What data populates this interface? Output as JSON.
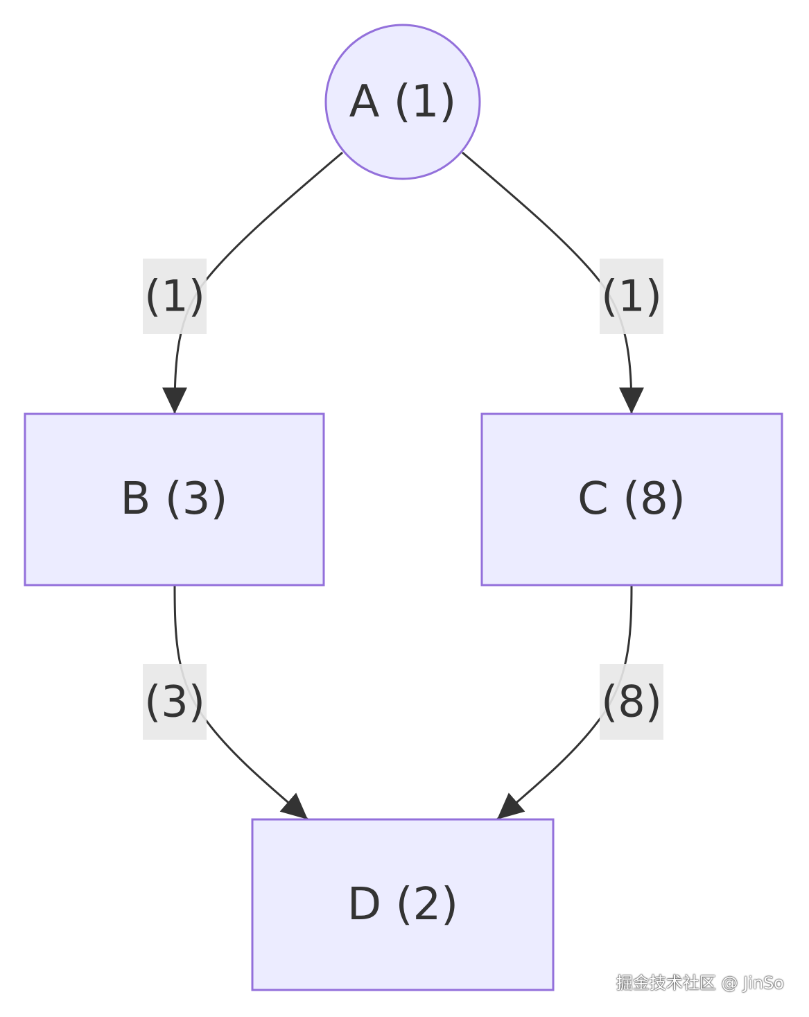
{
  "diagram": {
    "nodes": {
      "a": {
        "label": "A (1)",
        "shape": "circle"
      },
      "b": {
        "label": "B (3)",
        "shape": "rect"
      },
      "c": {
        "label": "C (8)",
        "shape": "rect"
      },
      "d": {
        "label": "D (2)",
        "shape": "rect"
      }
    },
    "edges": {
      "a_b": {
        "from": "A",
        "to": "B",
        "label": "(1)"
      },
      "a_c": {
        "from": "A",
        "to": "C",
        "label": "(1)"
      },
      "b_d": {
        "from": "B",
        "to": "D",
        "label": "(3)"
      },
      "c_d": {
        "from": "C",
        "to": "D",
        "label": "(8)"
      }
    },
    "colors": {
      "node_fill": "#ECECFF",
      "node_stroke": "#9370DB",
      "edge": "#333333",
      "edge_label_bg": "#e8e8e8",
      "text": "#333333"
    }
  },
  "watermark": "掘金技术社区 @ JinSo"
}
